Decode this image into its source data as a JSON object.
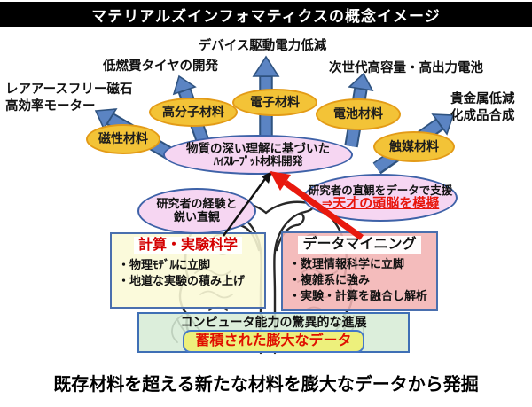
{
  "title": "マテリアルズインフォマティクスの概念イメージ",
  "outcomes": {
    "device": "デバイス駆動電力低減",
    "tire": "低燃費タイヤの開発",
    "next_battery": "次世代高容量・高出力電池",
    "magnet_line1": "レアアースフリー磁石",
    "magnet_line2": "高効率モーター",
    "chemical_line1": "貴金属低減",
    "chemical_line2": "化成品合成"
  },
  "materials": {
    "magnetic": "磁性材料",
    "polymer": "高分子材料",
    "electronic": "電子材料",
    "battery": "電池材料",
    "catalyst": "触媒材料"
  },
  "central_goal": {
    "line1": "物質の深い理解に基づいた",
    "line2": "ﾊｲｽﾙｰﾌﾟｯﾄ材料開発"
  },
  "intuition_ellipse": {
    "line1": "研究者の経験と",
    "line2": "鋭い直観"
  },
  "support_ellipse": {
    "line1": "研究者の直観をデータで支援",
    "line2": "⇒天才の頭脳を模擬"
  },
  "science_box": {
    "title": "計算・実験科学",
    "bullets": [
      "・物理ﾓﾃﾞﾙに立脚",
      "・地道な実験の積み上げ"
    ]
  },
  "mining_box": {
    "title": "データマイニング",
    "bullets": [
      "・数理情報科学に立脚",
      "・複雑系に強み",
      "・実験・計算を融合し解析"
    ]
  },
  "foundation_box": {
    "line1": "コンピュータ能力の驚異的な進展",
    "pill": "蓄積された膨大なデータ"
  },
  "caption": "既存材料を超える新たな材料を膨大なデータから発掘",
  "colors": {
    "title_bar_bg": "#000000",
    "title_bar_text": "#ffffff",
    "material_ellipse_fill": "#F3C337",
    "material_ellipse_border": "#E39B17",
    "pink_ellipse_fill": "#F6D6F2",
    "pink_ellipse_border": "#3E62A8",
    "science_box_fill": "#FBF9D6",
    "mining_box_fill": "#F2B3B3",
    "foundation_box_fill": "#D6EBD5",
    "data_pill_fill": "#EDF07C",
    "arrow_blue": "#5B84C3",
    "arrow_blue_border": "#2F5380",
    "arrow_red": "#E8190E",
    "red_text": "#E01000"
  }
}
